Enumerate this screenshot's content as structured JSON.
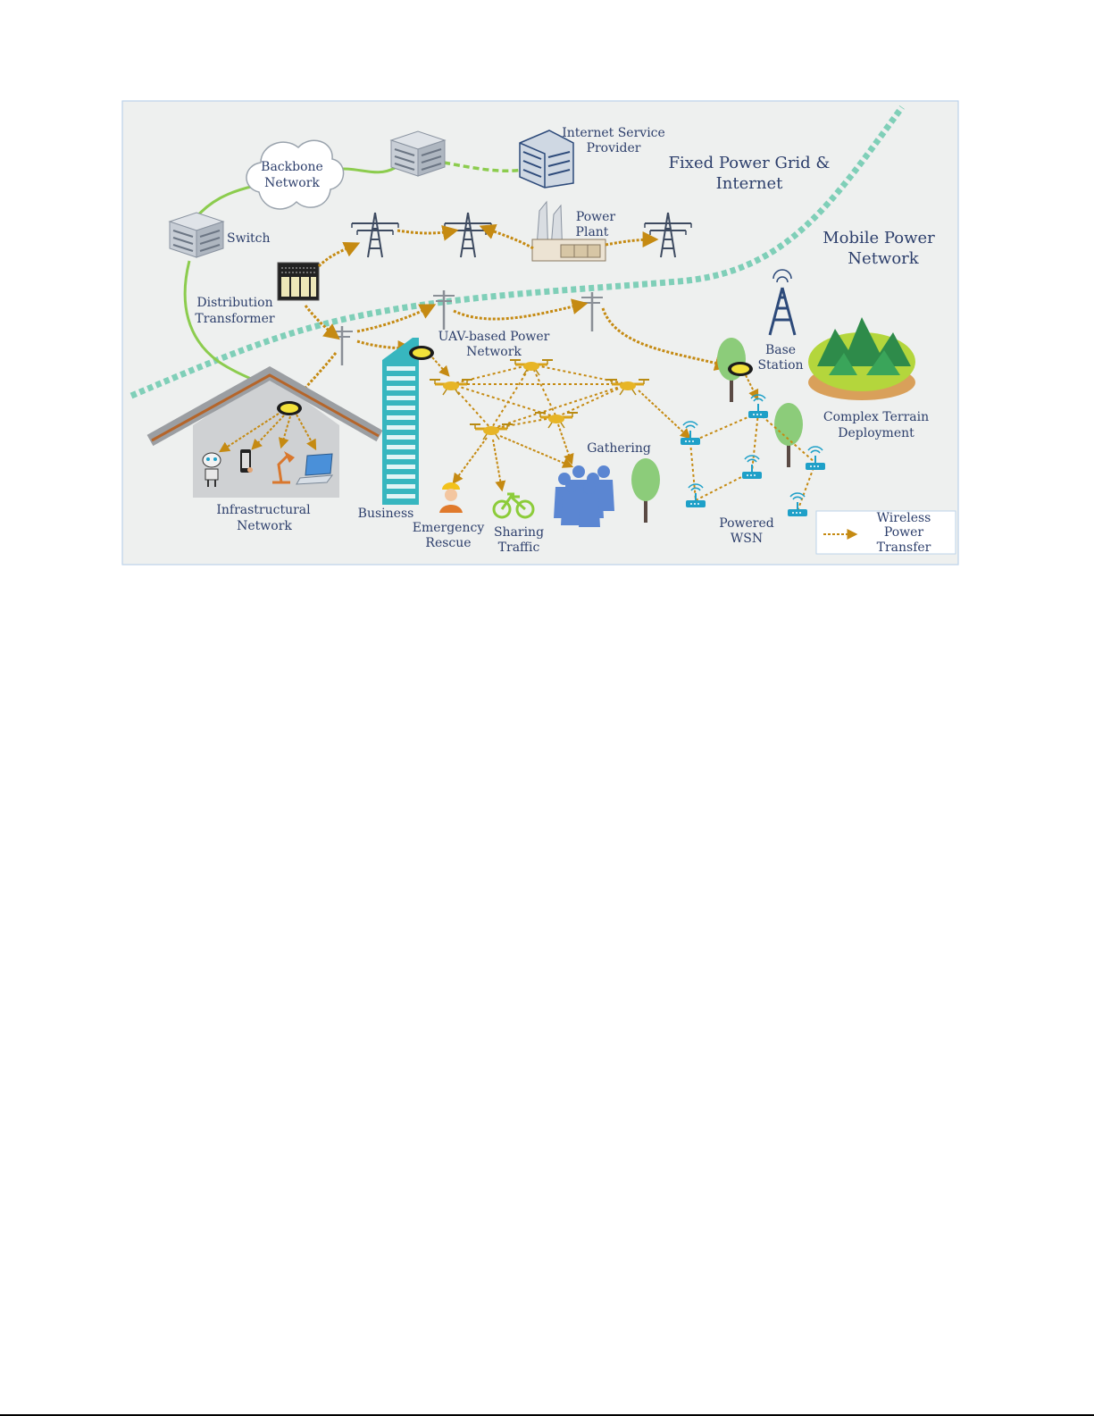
{
  "labels": {
    "internet_service_provider_1": "Internet Service",
    "internet_service_provider_2": "Provider",
    "backbone_1": "Backbone",
    "backbone_2": "Network",
    "switch": "Switch",
    "power_plant_1": "Power",
    "power_plant_2": "Plant",
    "fixed_grid_1": "Fixed Power Grid &",
    "fixed_grid_2": "Internet",
    "mobile_power_1": "Mobile Power",
    "mobile_power_2": "Network",
    "distribution_1": "Distribution",
    "distribution_2": "Transformer",
    "uav_network_1": "UAV-based Power",
    "uav_network_2": "Network",
    "base_station_1": "Base",
    "base_station_2": "Station",
    "complex_terrain_1": "Complex Terrain",
    "complex_terrain_2": "Deployment",
    "gathering": "Gathering",
    "infrastructural_1": "Infrastructural",
    "infrastructural_2": "Network",
    "business": "Business",
    "emergency_1": "Emergency",
    "emergency_2": "Rescue",
    "sharing_1": "Sharing",
    "sharing_2": "Traffic",
    "powered_wsn_1": "Powered",
    "powered_wsn_2": "WSN"
  },
  "legend": {
    "line1": "Wireless",
    "line2": "Power",
    "line3": "Transfer"
  },
  "colors": {
    "panel_bg": "#eef0ef",
    "panel_border": "#bcd3ea",
    "wired_link": "#8ccc4e",
    "power_arrow": "#c58a12",
    "boundary": "#7fcfb8",
    "label_text": "#2c3e6b",
    "wsn_node": "#1ea0c8"
  }
}
